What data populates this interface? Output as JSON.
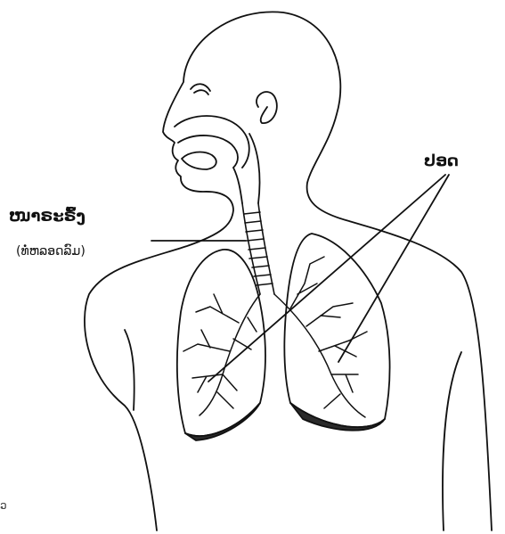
{
  "labels": {
    "trachea": "ໜາຣະຣົ້ງ",
    "trachea_sub": "(ທໍ່ຫລອດລົມ)",
    "lungs": "ປອດ",
    "corner_mark": "ວ"
  },
  "colors": {
    "ink": "#111111",
    "shading": "#2a2a2a",
    "background": "#ffffff"
  }
}
